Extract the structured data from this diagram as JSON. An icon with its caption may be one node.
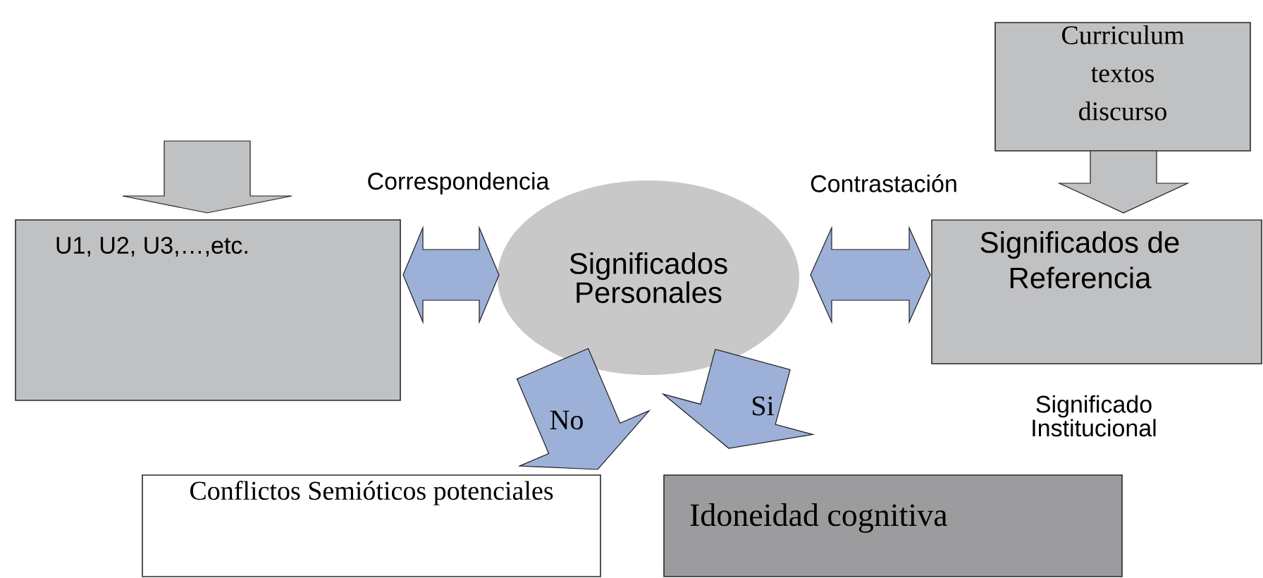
{
  "diagram": {
    "nodes": [
      {
        "text": [
          "U1, U2, U3,…,etc."
        ]
      },
      {
        "text": [
          "Significados Personales"
        ]
      },
      {
        "text": [
          "Curriculum textos discurso"
        ]
      },
      {
        "text": [
          "Significados de Referencia"
        ],
        "beside": [
          "Significado Institucional"
        ]
      },
      {
        "text": [
          "Conflictos Semióticos potenciales"
        ]
      },
      {
        "text": [
          "Idoneidad cognitiva"
        ]
      }
    ],
    "edges": [
      {
        "from": null,
        "to": 0,
        "arrow": "to",
        "color": "#c0c1c3"
      },
      {
        "from": 2,
        "to": 3,
        "arrow": "to",
        "color": "#c0c1c3"
      },
      {
        "from": 0,
        "to": 1,
        "arrow": "both",
        "label": "Correspondencia"
      },
      {
        "from": 1,
        "to": 3,
        "arrow": "both",
        "label": "Contrastación"
      },
      {
        "from": 1,
        "to": 4,
        "arrow": "to",
        "label": "No"
      },
      {
        "from": 1,
        "to": 5,
        "arrow": "to",
        "label": "Si"
      }
    ]
  }
}
